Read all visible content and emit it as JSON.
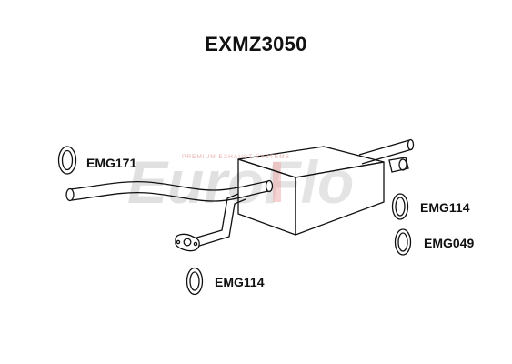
{
  "title": "EXMZ3050",
  "watermark": {
    "brand": "EuroFlo",
    "tagline": "PREMIUM EXHAUST SYSTEMS"
  },
  "parts": [
    {
      "id": "emg171",
      "label": "EMG171"
    },
    {
      "id": "emg114_right",
      "label": "EMG114"
    },
    {
      "id": "emg049",
      "label": "EMG049"
    },
    {
      "id": "emg114_bottom",
      "label": "EMG114"
    }
  ],
  "colors": {
    "outline": "#111111",
    "pipe_fill": "#ffffff",
    "watermark_grey": "#c8c8c8",
    "watermark_red": "#d94040"
  }
}
